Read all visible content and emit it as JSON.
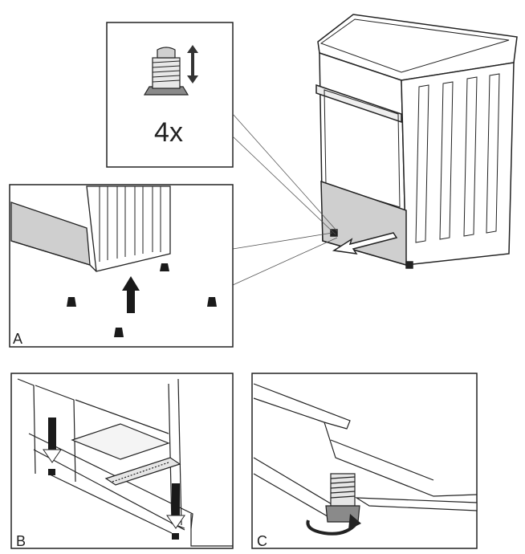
{
  "inset_quantity": "4x",
  "panel_labels": {
    "a": "A",
    "b": "B",
    "c": "C"
  },
  "colors": {
    "line": "#222222",
    "panel_fill": "#cfcfcf",
    "foot": "#1a1a1a"
  }
}
